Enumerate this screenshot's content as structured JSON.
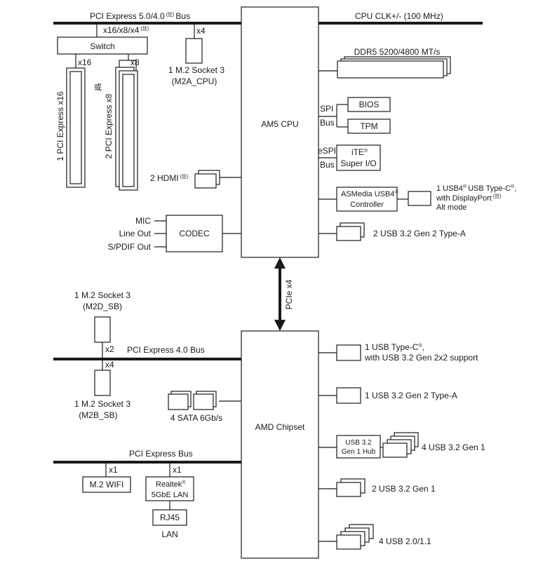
{
  "cpu": {
    "label": "AM5 CPU"
  },
  "chipset": {
    "label": "AMD Chipset"
  },
  "link": {
    "label": "PCIe x4"
  },
  "top_bus": {
    "label": "PCI Express 5.0/4.0",
    "note": "(註)",
    "suffix": "Bus"
  },
  "clock": {
    "label": "CPU CLK+/- (100 MHz)"
  },
  "switch": {
    "label": "Switch",
    "lanes": "x16/x8/x4",
    "note": "(註)"
  },
  "slot1": {
    "lane": "x16",
    "label": "1 PCI Express x16"
  },
  "slot2": {
    "lane": "x8",
    "label": "2 PCI Express x8"
  },
  "or_text": "或",
  "m2a": {
    "lane": "x4",
    "line1": "1 M.2 Socket 3",
    "line2": "(M2A_CPU)"
  },
  "hdmi": {
    "label": "2 HDMI",
    "note": "(註)"
  },
  "codec": {
    "label": "CODEC",
    "outputs": [
      "MIC",
      "Line Out",
      "S/PDIF Out"
    ]
  },
  "ddr": {
    "label": "DDR5 5200/4800 MT/s"
  },
  "spi": {
    "spi": "SPI",
    "bus": "Bus",
    "bios": "BIOS",
    "tpm": "TPM"
  },
  "espi": {
    "espi": "eSPI",
    "bus": "Bus",
    "ite": "iTE",
    "reg": "®",
    "superio": "Super I/O"
  },
  "usb4": {
    "ctrl1": "ASMedia USB4",
    "reg": "®",
    "ctrl2": "Controller",
    "port1": "1 USB4",
    "port1b": "USB Type-C",
    "port2": "with DisplayPort",
    "note": "(註)",
    "port3": "Alt mode"
  },
  "cpu_usb": {
    "label": "2 USB 3.2 Gen 2 Type-A"
  },
  "m2d": {
    "line1": "1 M.2 Socket 3",
    "line2": "(M2D_SB)",
    "lane": "x2"
  },
  "mid_bus": {
    "label": "PCI Express 4.0 Bus"
  },
  "m2b": {
    "lane": "x4",
    "line1": "1 M.2 Socket 3",
    "line2": "(M2B_SB)"
  },
  "sata": {
    "label": "4 SATA 6Gb/s"
  },
  "bottom_bus": {
    "label": "PCI Express Bus"
  },
  "wifi": {
    "lane": "x1",
    "label": "M.2 WIFI"
  },
  "lan": {
    "lane": "x1",
    "line1": "Realtek",
    "reg": "®",
    "line2": "5GbE LAN",
    "rj45": "RJ45",
    "label": "LAN"
  },
  "chip_usb": [
    {
      "line1": "1 USB Type-C",
      "reg": "®",
      "line1b": ",",
      "line2": "with USB 3.2 Gen 2x2 support"
    },
    {
      "line1": "1 USB 3.2 Gen 2 Type-A"
    },
    {
      "hub1": "USB 3.2",
      "hub2": "Gen 1 Hub",
      "line1": "4 USB 3.2 Gen 1"
    },
    {
      "line1": "2 USB 3.2 Gen 1"
    },
    {
      "line1": "4 USB 2.0/1.1"
    }
  ]
}
